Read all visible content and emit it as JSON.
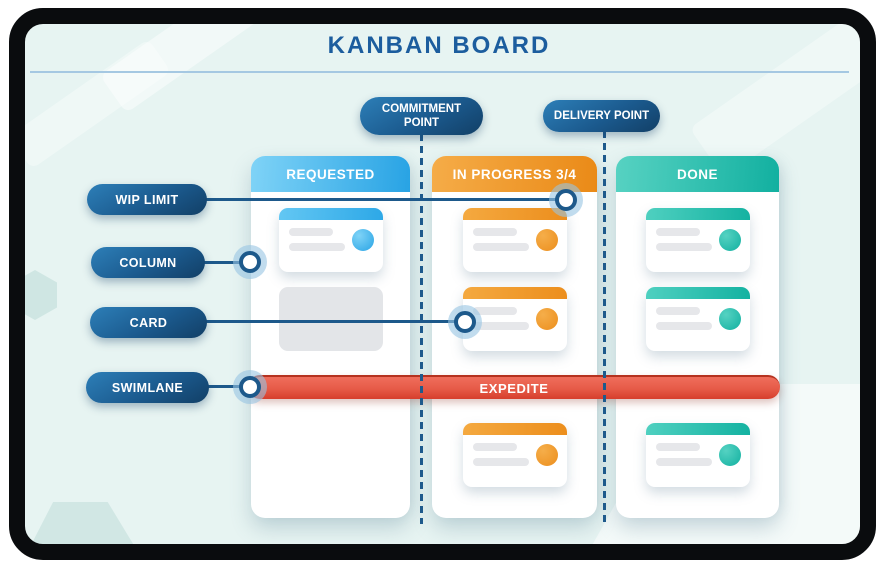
{
  "title": "KANBAN BOARD",
  "callouts": {
    "commitment_point": "COMMITMENT POINT",
    "delivery_point": "DELIVERY POINT",
    "wip_limit": "WIP LIMIT",
    "column": "COLUMN",
    "card": "CARD",
    "swimlane": "SWIMLANE"
  },
  "columns": [
    {
      "name": "REQUESTED",
      "theme": "blue",
      "cards_above": [
        {
          "kind": "detailed"
        },
        {
          "kind": "placeholder"
        }
      ],
      "cards_below": []
    },
    {
      "name": "IN PROGRESS 3/4",
      "theme": "orange",
      "wip_limit": "3/4",
      "cards_above": [
        {
          "kind": "detailed"
        },
        {
          "kind": "detailed"
        }
      ],
      "cards_below": [
        {
          "kind": "detailed"
        }
      ]
    },
    {
      "name": "DONE",
      "theme": "teal",
      "cards_above": [
        {
          "kind": "detailed"
        },
        {
          "kind": "detailed"
        }
      ],
      "cards_below": [
        {
          "kind": "detailed"
        }
      ]
    }
  ],
  "swimlane_band": {
    "label": "EXPEDITE"
  },
  "colors": {
    "title_blue": "#1c5d9e",
    "label_pill_blue": "#1b5a8e",
    "requested_blue": "#28a3e4",
    "in_progress_orange": "#ea8a17",
    "done_teal": "#12b0a0",
    "expedite_red": "#d63e2c",
    "board_background": "#e7f4f2",
    "connector_blue": "#1d598b"
  }
}
